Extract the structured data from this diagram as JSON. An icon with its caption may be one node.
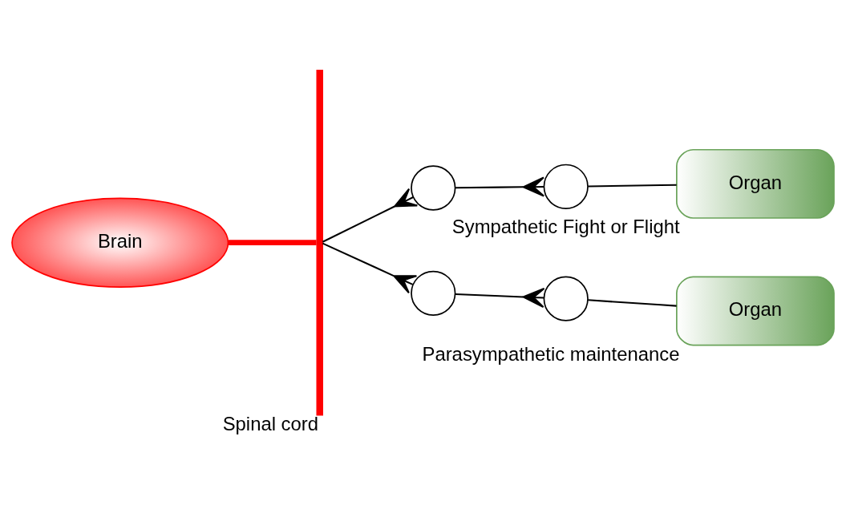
{
  "diagram": {
    "nodes": [
      {
        "text": [
          "Brain"
        ]
      },
      {
        "text": [],
        "shape": "bar",
        "beside": [
          "Spinal cord"
        ]
      },
      {
        "text": [],
        "shape": "circle"
      },
      {
        "text": [],
        "shape": "circle"
      },
      {
        "text": [
          "Organ"
        ],
        "beside": [
          "Sympathetic Fight or Flight"
        ]
      },
      {
        "text": [],
        "shape": "circle"
      },
      {
        "text": [],
        "shape": "circle"
      },
      {
        "text": [
          "Organ"
        ],
        "beside": [
          "Parasympathetic maintenance"
        ]
      }
    ],
    "edges": [
      {
        "from": 0,
        "to": 1,
        "arrow": "none",
        "style": "thick",
        "color": "#ff0000"
      },
      {
        "from": 1,
        "to": 2,
        "arrow": "other"
      },
      {
        "from": 2,
        "to": 3,
        "arrow": "other"
      },
      {
        "from": 3,
        "to": 4,
        "arrow": "none"
      },
      {
        "from": 1,
        "to": 5,
        "arrow": "other"
      },
      {
        "from": 5,
        "to": 6,
        "arrow": "other"
      },
      {
        "from": 6,
        "to": 7,
        "arrow": "none"
      }
    ]
  }
}
